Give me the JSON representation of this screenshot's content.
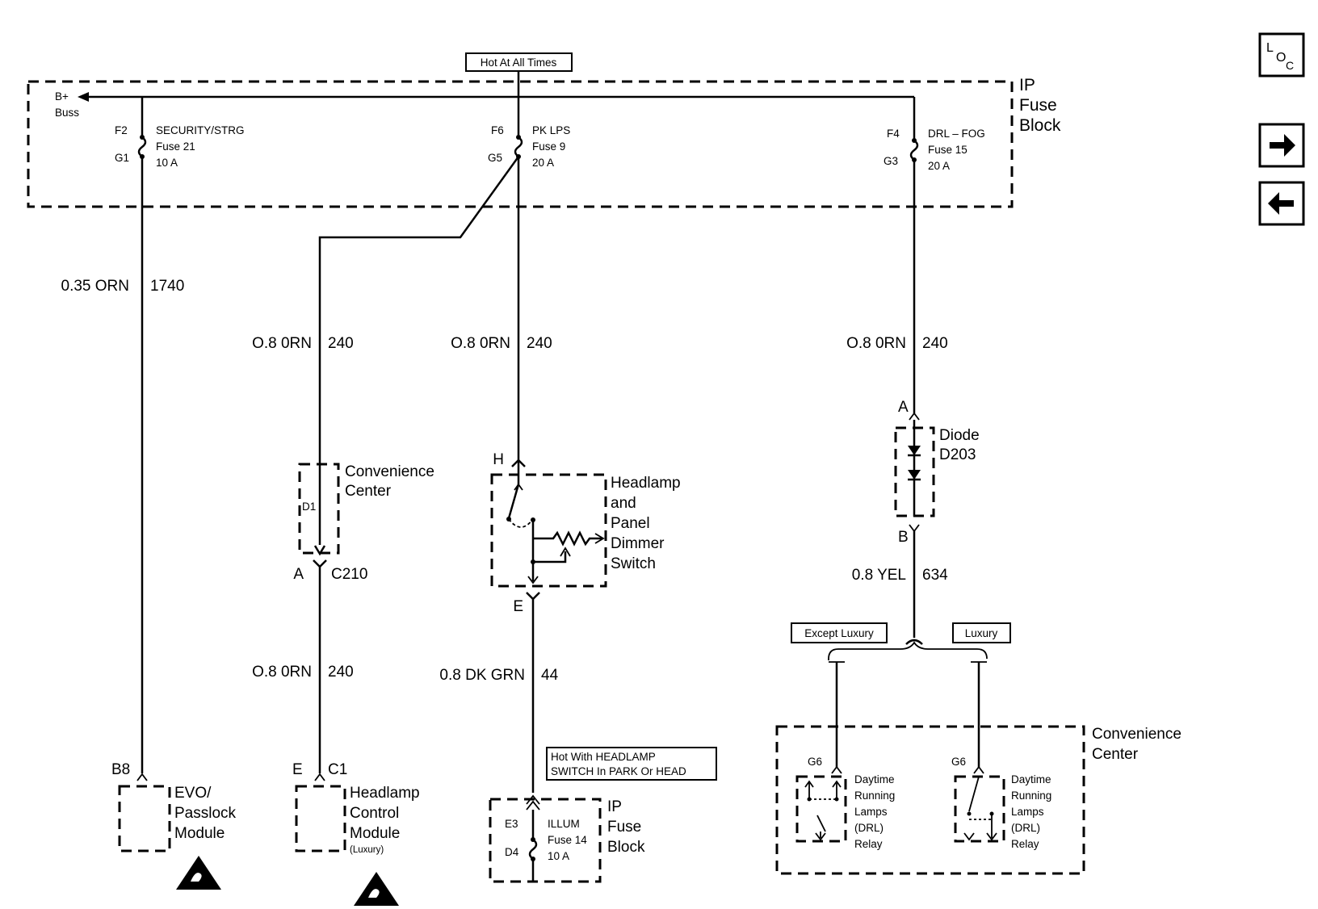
{
  "header": {
    "hot_at_all_times": "Hot At All Times",
    "ip_fuse_block_line1": "IP",
    "ip_fuse_block_line2": "Fuse",
    "ip_fuse_block_line3": "Block",
    "b_plus": "B+",
    "buss": "Buss"
  },
  "fuses": {
    "f2": {
      "top_pin": "F2",
      "bottom_pin": "G1",
      "name": "SECURITY/STRG",
      "fuse": "Fuse 21",
      "rating": "10 A"
    },
    "f6": {
      "top_pin": "F6",
      "bottom_pin": "G5",
      "name": "PK LPS",
      "fuse": "Fuse 9",
      "rating": "20 A"
    },
    "f4": {
      "top_pin": "F4",
      "bottom_pin": "G3",
      "name": "DRL – FOG",
      "fuse": "Fuse 15",
      "rating": "20 A"
    }
  },
  "wires": {
    "w1740": {
      "color": "0.35 ORN",
      "circuit": "1740"
    },
    "w240a": {
      "color": "O.8 0RN",
      "circuit": "240"
    },
    "w240b": {
      "color": "O.8 0RN",
      "circuit": "240"
    },
    "w240c": {
      "color": "O.8 0RN",
      "circuit": "240"
    },
    "w240d": {
      "color": "O.8 0RN",
      "circuit": "240"
    },
    "w44": {
      "color": "0.8 DK GRN",
      "circuit": "44"
    },
    "w634": {
      "color": "0.8 YEL",
      "circuit": "634"
    }
  },
  "components": {
    "conv_center_top": {
      "line1": "Convenience",
      "line2": "Center",
      "pin": "D1"
    },
    "c210": {
      "pin": "A",
      "connector": "C210"
    },
    "headlamp_switch": {
      "line1": "Headlamp",
      "line2": "and",
      "line3": "Panel",
      "line4": "Dimmer",
      "line5": "Switch",
      "pin_in": "H",
      "pin_out": "E"
    },
    "diode": {
      "line1": "Diode",
      "line2": "D203",
      "pin_a": "A",
      "pin_b": "B"
    },
    "evo": {
      "pin": "B8",
      "line1": "EVO/",
      "line2": "Passlock",
      "line3": "Module"
    },
    "hcm": {
      "pin_e": "E",
      "pin_c1": "C1",
      "line1": "Headlamp",
      "line2": "Control",
      "line3": "Module",
      "note": "(Luxury)"
    },
    "hot_with_headlamp": {
      "line1": "Hot With HEADLAMP",
      "line2": "SWITCH In PARK Or HEAD"
    },
    "illum_fuse": {
      "top_pin": "E3",
      "bottom_pin": "D4",
      "name": "ILLUM",
      "fuse": "Fuse 14",
      "rating": "10 A",
      "line1": "IP",
      "line2": "Fuse",
      "line3": "Block"
    },
    "except_luxury": "Except Luxury",
    "luxury": "Luxury",
    "conv_center_bottom": {
      "line1": "Convenience",
      "line2": "Center"
    },
    "drl_relay_1": {
      "pin": "G6",
      "line1": "Daytime",
      "line2": "Running",
      "line3": "Lamps",
      "line4": "(DRL)",
      "line5": "Relay"
    },
    "drl_relay_2": {
      "pin": "G6",
      "line1": "Daytime",
      "line2": "Running",
      "line3": "Lamps",
      "line4": "(DRL)",
      "line5": "Relay"
    }
  },
  "nav": {
    "loc_l": "L",
    "loc_o": "O",
    "loc_c": "C",
    "next_arrow": "→",
    "prev_arrow": "←"
  },
  "icons": [
    "esd-warning-icon",
    "esd-warning-icon"
  ]
}
